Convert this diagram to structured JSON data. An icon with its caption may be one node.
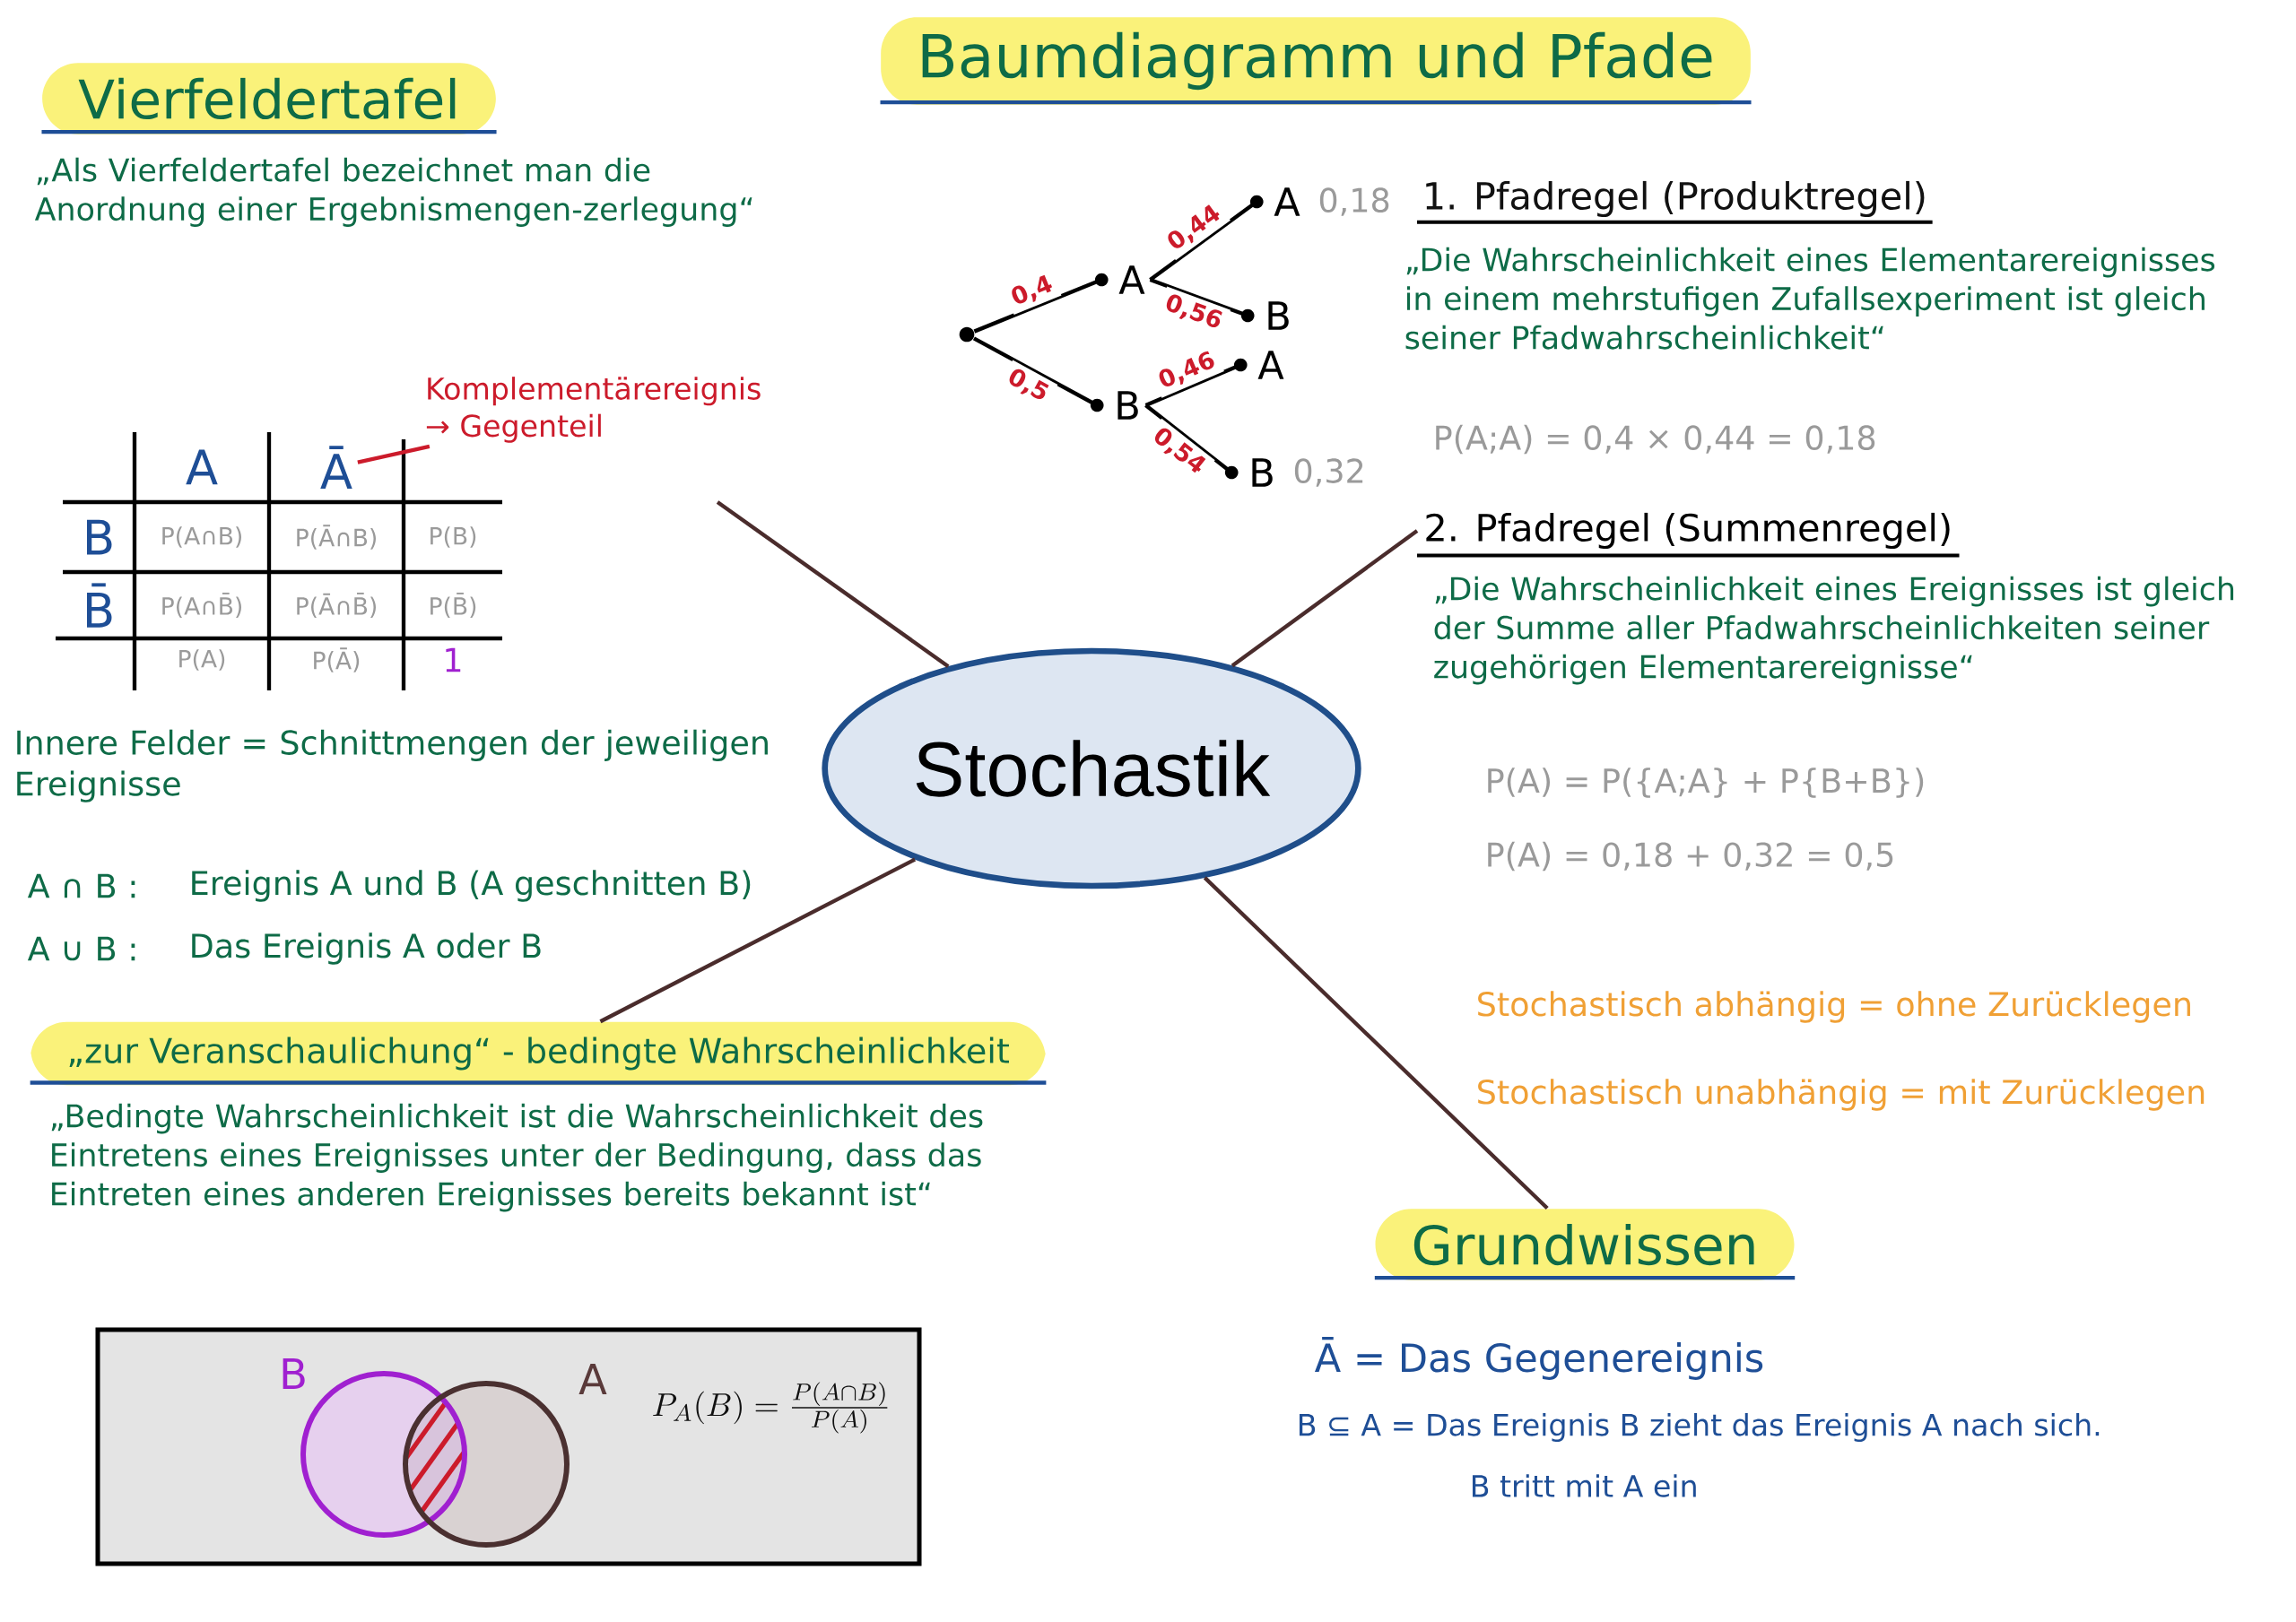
{
  "diagram": {
    "nodes": [
      {
        "text": [
          "Vierfeldertafel"
        ]
      },
      {
        "text": [
          "Baumdiagramm und Pfade"
        ]
      },
      {
        "text": [
          "Komplementärereignis",
          "→ Gegenteil"
        ]
      },
      {
        "text": [],
        "shape": "circle"
      },
      {
        "text": [
          "A"
        ]
      },
      {
        "text": [
          "B"
        ]
      },
      {
        "text": [
          "A"
        ],
        "beside": [
          "0,18"
        ]
      },
      {
        "text": [
          "B"
        ]
      },
      {
        "text": [
          "A"
        ]
      },
      {
        "text": [
          "B"
        ],
        "beside": [
          "0,32"
        ]
      },
      {
        "text": [
          "Stochastik"
        ]
      },
      {
        "text": [
          "2. Pfadregel (Summenregel)"
        ]
      },
      {
        "text": [
          "„zur Veranschaulichung“ - bedingte Wahrscheinlichkeit"
        ]
      },
      {
        "text": [
          "Grundwissen"
        ]
      },
      {
        "text": [
          "Ā"
        ]
      }
    ],
    "edges": [
      {
        "from": 10,
        "to": null,
        "arrow": "none",
        "color": "#4a2c2c"
      },
      {
        "from": 10,
        "to": 11,
        "arrow": "none",
        "color": "#4a2c2c"
      },
      {
        "from": 10,
        "to": 12,
        "arrow": "none",
        "color": "#4a2c2c"
      },
      {
        "from": 10,
        "to": 13,
        "arrow": "none",
        "color": "#4a2c2c"
      },
      {
        "from": 3,
        "to": 4,
        "arrow": "none",
        "label": "0,4"
      },
      {
        "from": 3,
        "to": 5,
        "arrow": "none",
        "label": "0,5"
      },
      {
        "from": 4,
        "to": 6,
        "arrow": "none",
        "label": "0,44"
      },
      {
        "from": 4,
        "to": 7,
        "arrow": "none",
        "label": "0,56"
      },
      {
        "from": 5,
        "to": 8,
        "arrow": "none",
        "label": "0,46"
      },
      {
        "from": 5,
        "to": 9,
        "arrow": "none",
        "label": "0,54"
      },
      {
        "from": 2,
        "to": 14,
        "arrow": "none",
        "color": "#cc1b2b"
      }
    ],
    "labels": [
      "„Als Vierfeldertafel bezeichnet man die Anordnung einer Ergebnismengen-zerlegung“",
      "A",
      "B",
      "P(A∩B)",
      "P(Ā∩B)",
      "P(B)",
      "B̄",
      "P(A∩B̄)",
      "P(Ā∩B̄)",
      "P(B̄)",
      "P(A)",
      "P(Ā)",
      "1",
      "Innere Felder = Schnittmengen der jeweiligen Ereignisse",
      "A ∩ B :",
      "Ereignis A und B (A geschnitten B)",
      "A ∪ B :",
      "Das Ereignis A oder B",
      "1. Pfadregel (Produktregel)",
      "„Die Wahrscheinlichkeit eines Elementarereignisses in einem mehrstufigen Zufallsexperiment ist gleich seiner Pfadwahrscheinlichkeit“",
      "P(A;A) = 0,4 × 0,44 = 0,18",
      "„Die Wahrscheinlichkeit eines Ereignisses ist gleich der Summe aller Pfadwahrscheinlichkeiten seiner zugehörigen Elementarereignisse“",
      "P(A) = P({A;A} + P{B+B})",
      "P(A) = 0,18 + 0,32 = 0,5",
      "Stochastisch abhängig = ohne Zurücklegen",
      "Stochastisch unabhängig = mit Zurücklegen",
      "„Bedingte Wahrscheinlichkeit ist die Wahrscheinlichkeit des Eintretens eines Ereignisses unter der Bedingung, dass das Eintreten eines anderen Ereignisses bereits bekannt ist“",
      "B",
      "A",
      "P_A(B)=\\frac{P(A\\cap B)}{P(A)}",
      "Ā = Das Gegenereignis",
      "B ⊆ A = Das Ereignis B zieht das Ereignis A nach sich.",
      "B tritt mit A ein"
    ]
  }
}
